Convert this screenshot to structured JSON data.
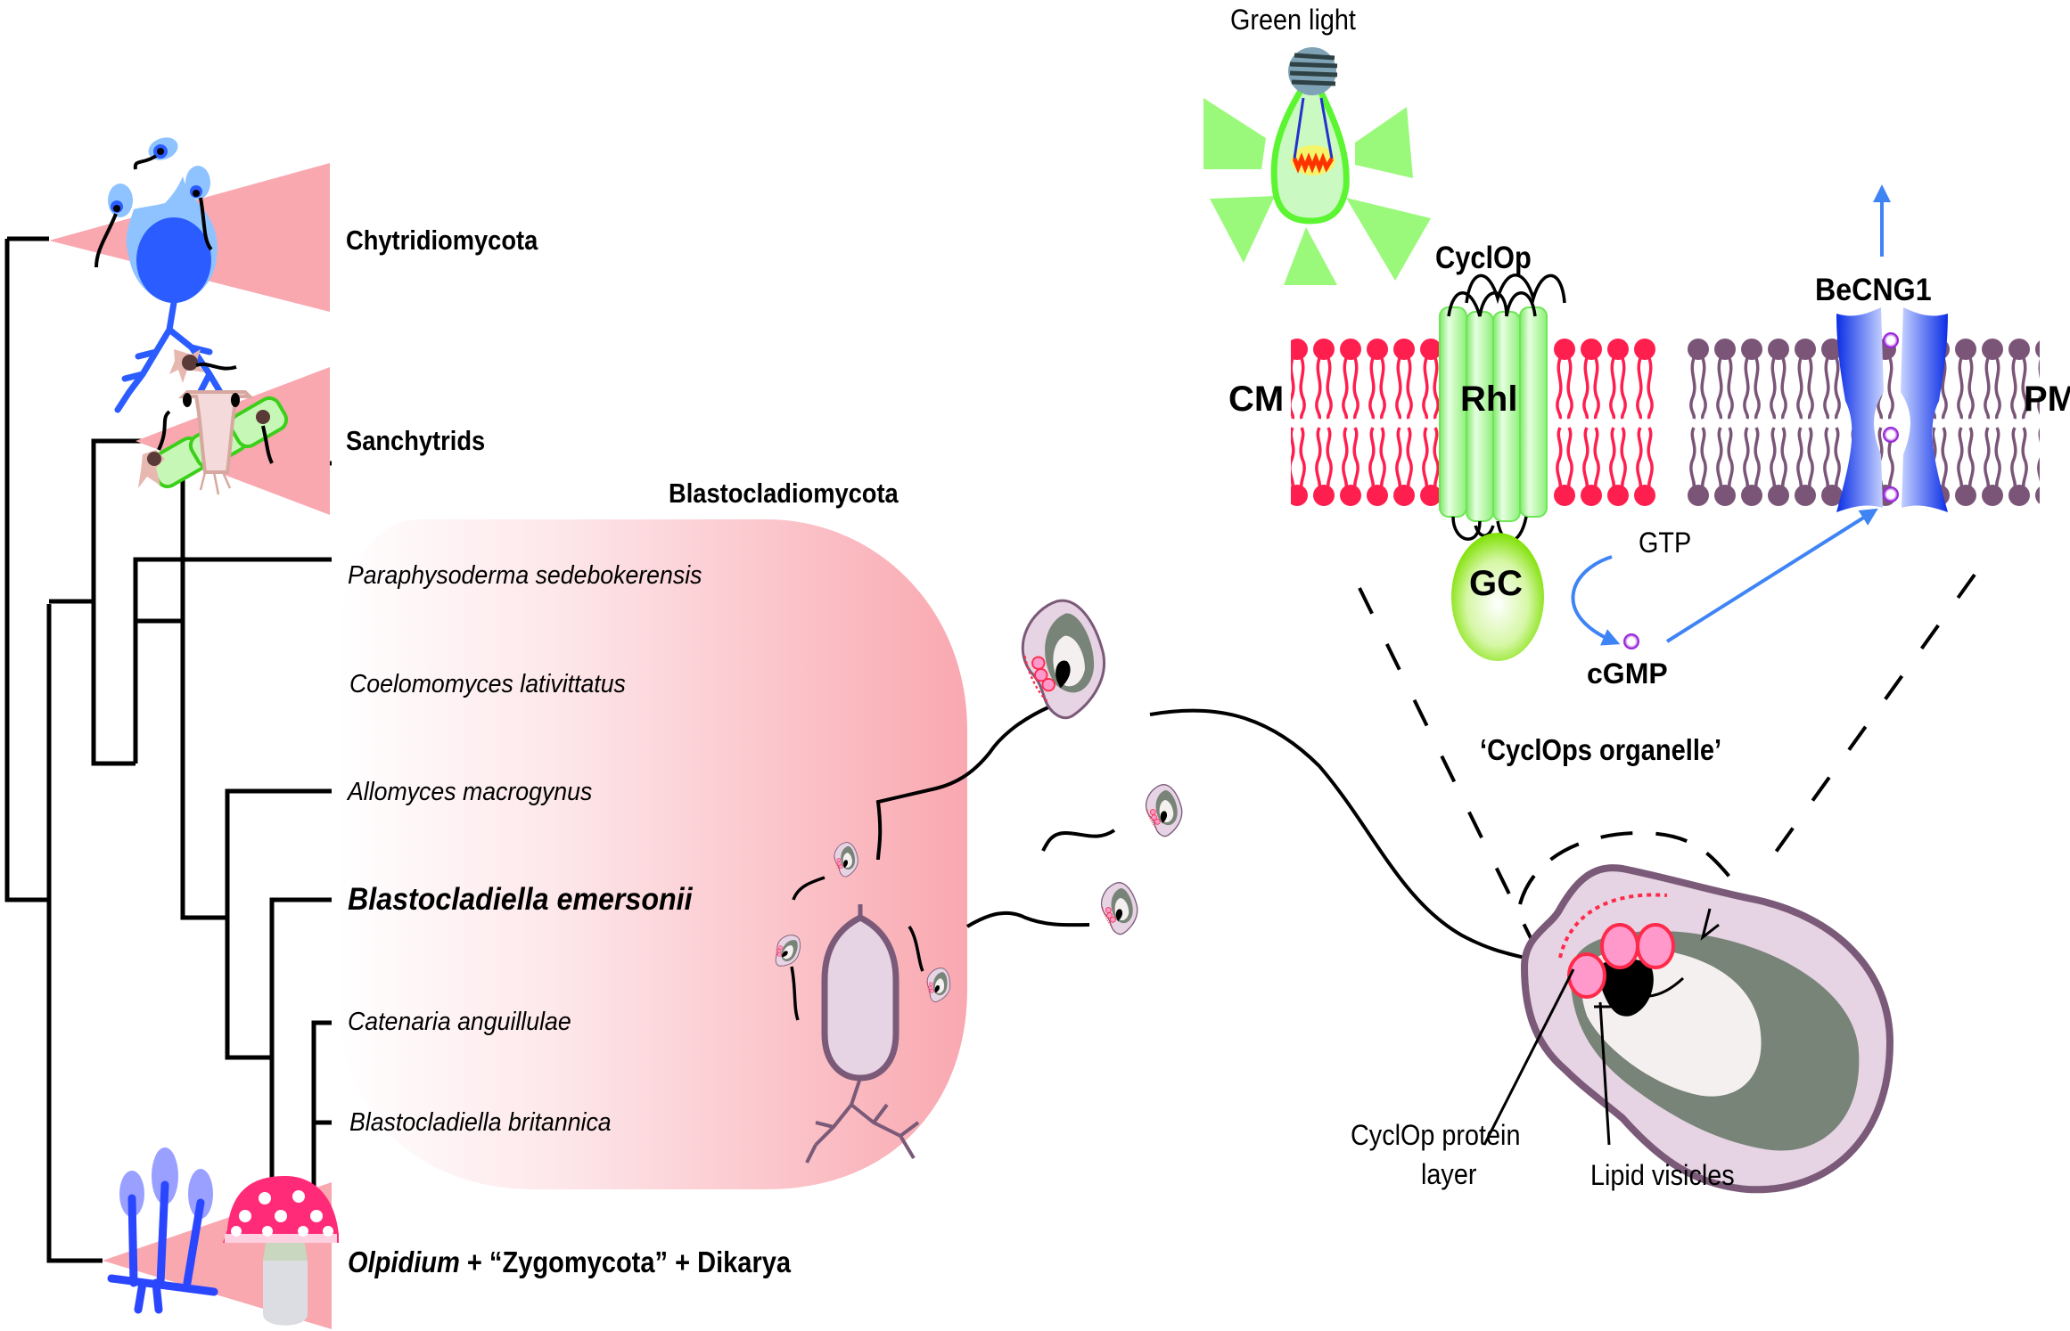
{
  "figure": {
    "type": "phylogeny-and-signaling-schematic",
    "colors": {
      "clade_wedge": "#f9a8b0",
      "blasto_gradient_end": "#f9a8b0",
      "chytrid_blue": "#2b5cff",
      "chytrid_light_blue": "#8fc3ff",
      "cm_lipid": "#ff1f4f",
      "pm_lipid": "#7b5578",
      "cyclop_green": "#8ef07a",
      "gc_green": "#7ee000",
      "becng1_blue": "#0a2ee6",
      "arrow_blue": "#3f84f5",
      "cgmp_purple": "#9a27d8",
      "cell_membrane": "#7a5a78",
      "cell_cytoplasm": "#e6d3e3",
      "cell_nucleus_cap": "#788478",
      "lipid_vesicle": "#ff99cc",
      "vesicle_outline": "#ff2a4a"
    }
  },
  "tree": {
    "clades": [
      {
        "label": "Chytridiomycota",
        "icon": "chytrid-icon"
      },
      {
        "label": "Sanchytrids",
        "icon": "sanchytrid-icon"
      },
      {
        "label_parts": [
          "Olpidium",
          " + “Zygomycota” + Dikarya"
        ],
        "icon": "mushroom-and-mold-icon"
      }
    ],
    "group_label": "Blastocladiomycota",
    "species": [
      {
        "name": "Paraphysoderma sedebokerensis",
        "highlight": false
      },
      {
        "name": "Coelomomyces lativittatus",
        "highlight": false
      },
      {
        "name": "Allomyces macrogynus",
        "highlight": false
      },
      {
        "name": "Blastocladiella emersonii",
        "highlight": true
      },
      {
        "name": "Catenaria anguillulae",
        "highlight": false
      },
      {
        "name": "Blastocladiella britannica",
        "highlight": false
      }
    ]
  },
  "signaling": {
    "light_label": "Green light",
    "cyclop_label": "CyclOp",
    "rhl_label": "Rhl",
    "gc_label": "GC",
    "cm_label": "CM",
    "pm_label": "PM",
    "channel_label": "BeCNG1",
    "gtp_label": "GTP",
    "cgmp_label": "cGMP"
  },
  "organelle": {
    "title": "‘CyclOps organelle’",
    "callout_protein_line1": "CyclOp protein",
    "callout_protein_line2": "layer",
    "callout_vesicles": "Lipid visicles"
  }
}
